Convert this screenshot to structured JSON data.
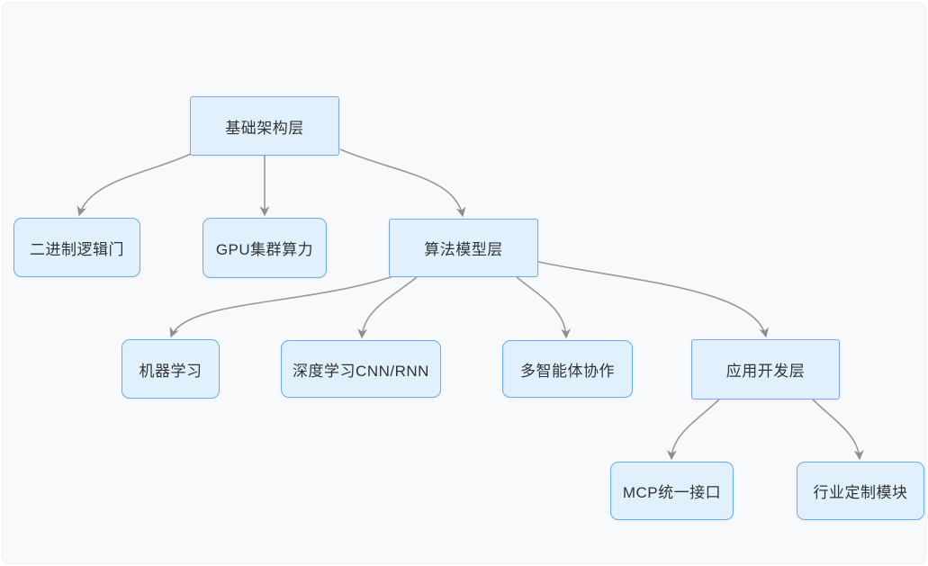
{
  "diagram": {
    "type": "flowchart-tree",
    "colors": {
      "canvas_bg": "#f8f9fb",
      "node_fill": "#e0f1fd",
      "branch_node_border": "#7ca6f0",
      "leaf_node_border": "#69abf4",
      "edge": "#999999",
      "arrowhead": "#8e8e8e",
      "text": "#333333"
    },
    "nodes": {
      "root": {
        "label": "基础架构层"
      },
      "binary_logic_gate": {
        "label": "二进制逻辑门"
      },
      "gpu_cluster": {
        "label": "GPU集群算力"
      },
      "algorithm_model": {
        "label": "算法模型层"
      },
      "machine_learning": {
        "label": "机器学习"
      },
      "deep_learning": {
        "label": "深度学习CNN/RNN"
      },
      "multi_agent": {
        "label": "多智能体协作"
      },
      "app_dev": {
        "label": "应用开发层"
      },
      "mcp_interface": {
        "label": "MCP统一接口"
      },
      "industry_module": {
        "label": "行业定制模块"
      }
    },
    "edges": [
      {
        "from": "root",
        "to": "binary_logic_gate"
      },
      {
        "from": "root",
        "to": "gpu_cluster"
      },
      {
        "from": "root",
        "to": "algorithm_model"
      },
      {
        "from": "algorithm_model",
        "to": "machine_learning"
      },
      {
        "from": "algorithm_model",
        "to": "deep_learning"
      },
      {
        "from": "algorithm_model",
        "to": "multi_agent"
      },
      {
        "from": "algorithm_model",
        "to": "app_dev"
      },
      {
        "from": "app_dev",
        "to": "mcp_interface"
      },
      {
        "from": "app_dev",
        "to": "industry_module"
      }
    ]
  }
}
